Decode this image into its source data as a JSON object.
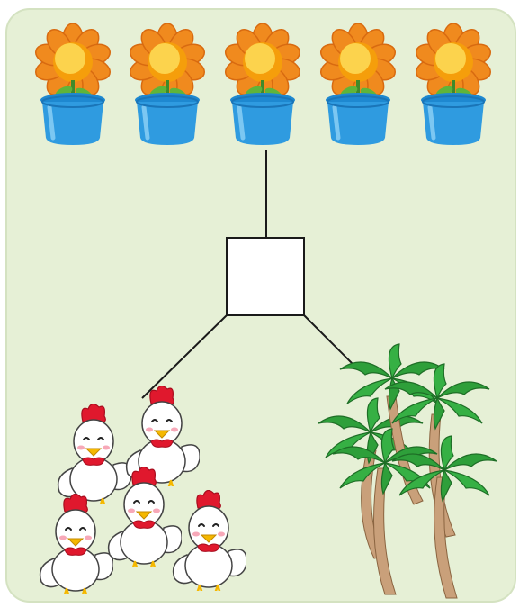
{
  "panel": {
    "background": "#e6f0d6",
    "border": "#d4e2c1"
  },
  "connector": {
    "color": "#1a1a1a"
  },
  "answer_box": {
    "value": "",
    "fill": "#ffffff",
    "stroke": "#1a1a1a"
  },
  "groups": {
    "flowers": {
      "count": 5,
      "item_icon": "potted-sunflower-icon",
      "petal": "#f08a1e",
      "center": "#fbbf24",
      "pot": "#2f9be0"
    },
    "chickens": {
      "count": 5,
      "item_icon": "chicken-icon",
      "body": "#ffffff",
      "comb": "#e0182d",
      "beak": "#f5b800"
    },
    "palm_trees": {
      "count": 5,
      "item_icon": "palm-tree-icon",
      "leaf": "#2e9f3a",
      "trunk": "#c9a07a"
    }
  }
}
